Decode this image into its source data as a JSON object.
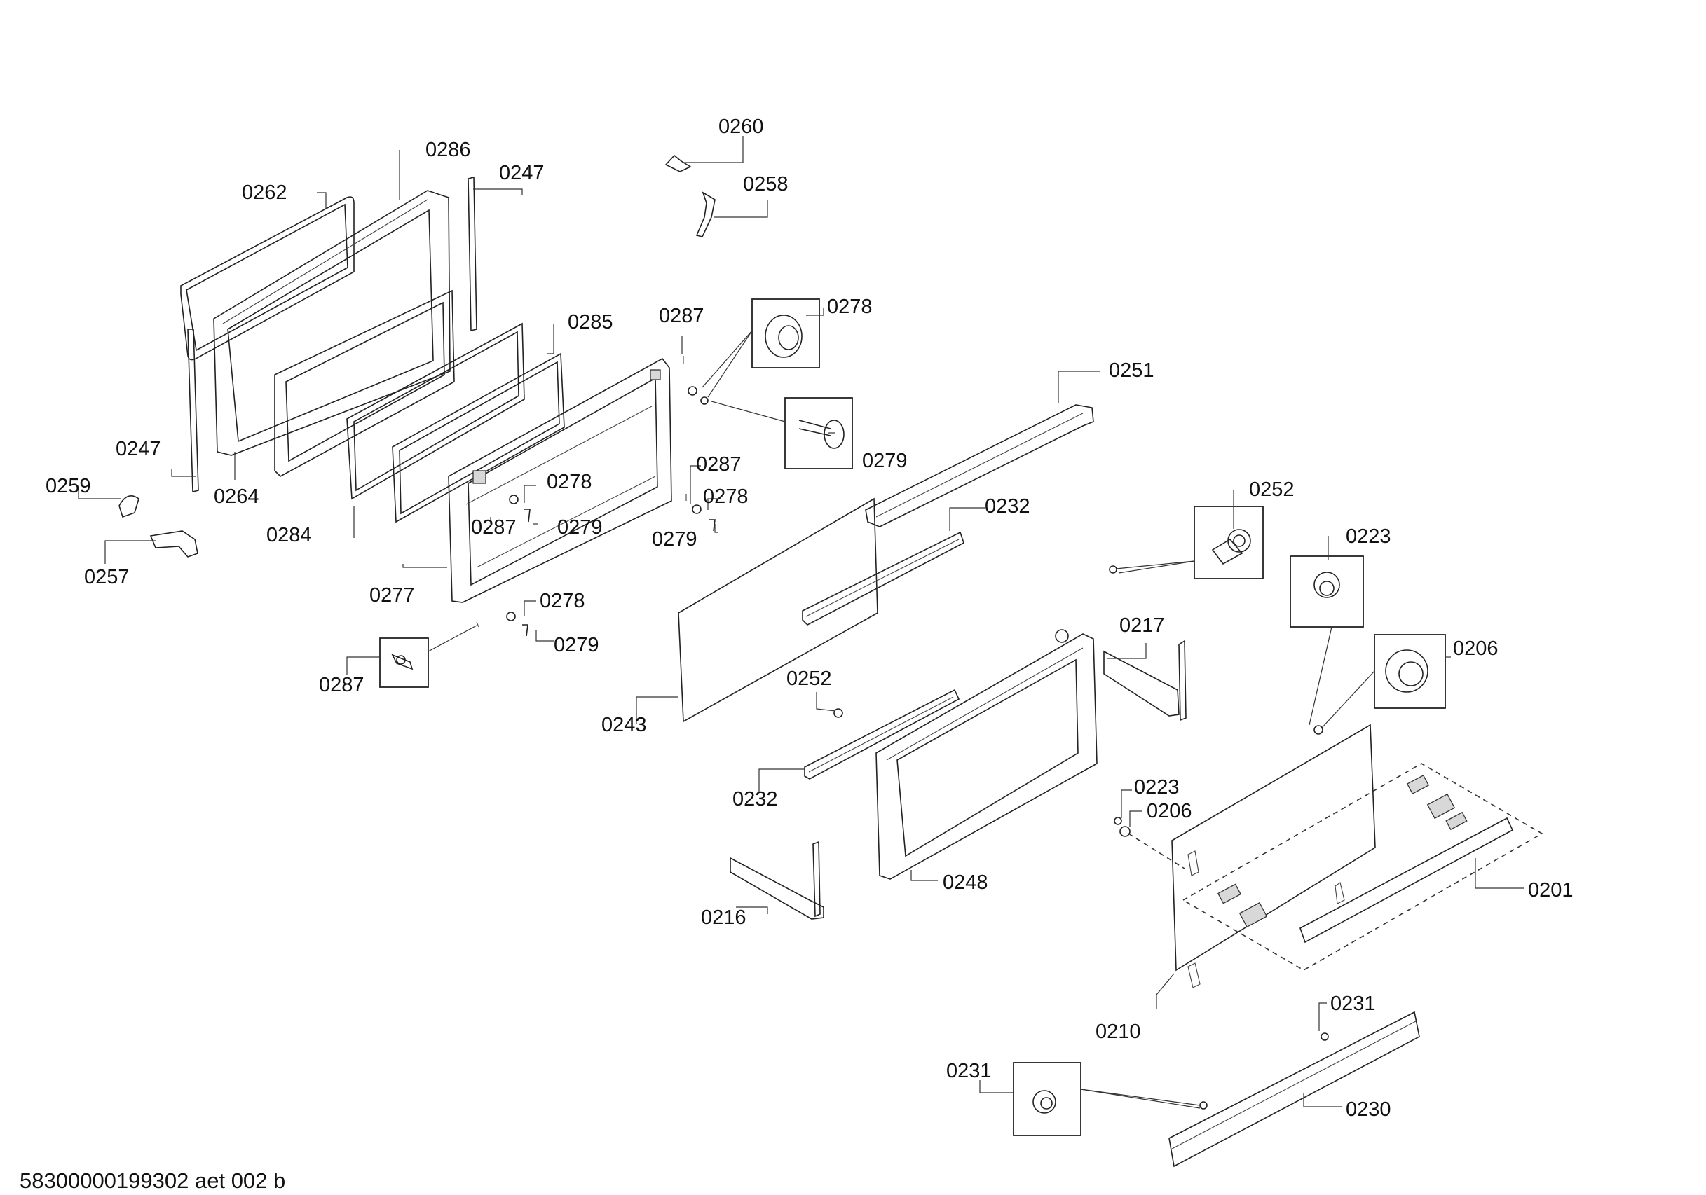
{
  "labels": {
    "l0286": "0286",
    "l0262": "0262",
    "l0247a": "0247",
    "l0260": "0260",
    "l0258": "0258",
    "l0285": "0285",
    "l0287a": "0287",
    "l0278a": "0278",
    "l0279a": "0279",
    "l0251": "0251",
    "l0247b": "0247",
    "l0259": "0259",
    "l0264": "0264",
    "l0278b": "0278",
    "l0287b": "0287",
    "l0279b": "0279",
    "l0287c": "0287",
    "l0278c": "0278",
    "l0279c": "0279",
    "l0284": "0284",
    "l0257": "0257",
    "l0277": "0277",
    "l0278d": "0278",
    "l0279d": "0279",
    "l0287d": "0287",
    "l0232a": "0232",
    "l0252a": "0252",
    "l0223a": "0223",
    "l0217": "0217",
    "l0206a": "0206",
    "l0252b": "0252",
    "l0243": "0243",
    "l0232b": "0232",
    "l0223b": "0223",
    "l0206b": "0206",
    "l0201": "0201",
    "l0248": "0248",
    "l0216": "0216",
    "l0210": "0210",
    "l0231a": "0231",
    "l0231b": "0231",
    "l0230": "0230"
  },
  "footer": {
    "code": "58300000199302 aet 002 b"
  }
}
